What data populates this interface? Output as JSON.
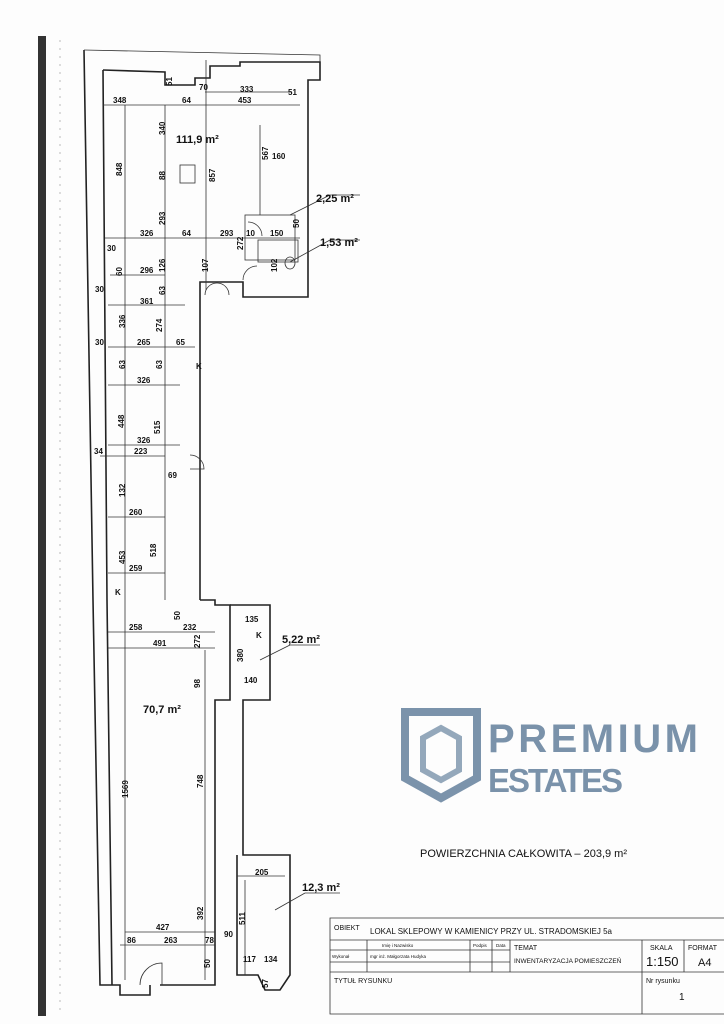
{
  "plan": {
    "dims": [
      "70",
      "333",
      "51",
      "51",
      "348",
      "64",
      "453",
      "340",
      "567",
      "160",
      "88",
      "857",
      "848",
      "293",
      "326",
      "64",
      "293",
      "10",
      "150",
      "50",
      "272",
      "30",
      "296",
      "126",
      "107",
      "102",
      "60",
      "30",
      "63",
      "361",
      "336",
      "274",
      "30",
      "265",
      "65",
      "63",
      "63",
      "326",
      "448",
      "515",
      "326",
      "34",
      "223",
      "69",
      "132",
      "260",
      "453",
      "518",
      "259",
      "50",
      "135",
      "258",
      "232",
      "491",
      "272",
      "380",
      "98",
      "140",
      "748",
      "1569",
      "205",
      "392",
      "511",
      "427",
      "86",
      "263",
      "78",
      "90",
      "50",
      "117",
      "134",
      "57"
    ],
    "markers": [
      "K",
      "K",
      "K"
    ],
    "areas": {
      "a1": "111,9 m²",
      "a2": "2,25 m²",
      "a3": "1,53 m²",
      "a4": "5,22 m²",
      "a5": "70,7 m²",
      "a6": "12,3 m²"
    },
    "total": "POWIERZCHNIA CAŁKOWITA – 203,9 m²"
  },
  "title_block": {
    "obiekt_label": "OBIEKT",
    "obiekt_value": "LOKAL SKLEPOWY W KAMIENICY PRZY UL. STRADOMSKIEJ 5a",
    "imie_label": "Imię i Nazwisko",
    "podpis_label": "Podpis",
    "data_label": "Data",
    "wykonal_label": "Wykonał",
    "wykonal_value": "mgr inż. Małgorzata Hudyka",
    "temat_label": "TEMAT",
    "temat_value": "INWENTARYZACJA POMIESZCZEŃ",
    "skala_label": "SKALA",
    "skala_value": "1:150",
    "format_label": "FORMAT",
    "format_value": "A4",
    "tytul_label": "TYTUŁ RYSUNKU",
    "nr_label": "Nr rysunku",
    "nr_value": "1"
  },
  "watermark": {
    "line1": "PREMIUM",
    "line2": "ESTATES"
  }
}
